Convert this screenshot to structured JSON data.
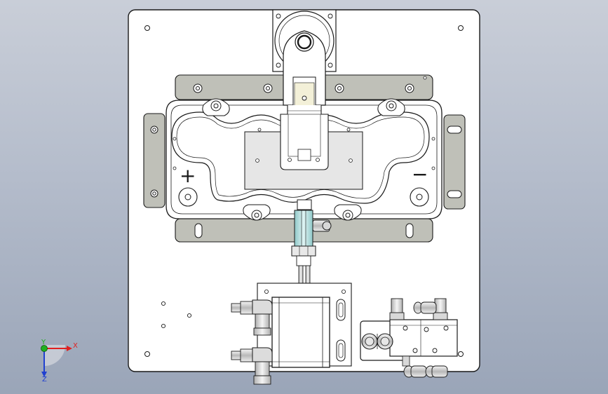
{
  "viewport": {
    "background_top": "#c9ced8",
    "background_bottom": "#9aa5b8"
  },
  "model": {
    "plate_color": "#ffffff",
    "line_color": "#1a1a1a",
    "bracket_color": "#bfc0b8",
    "window_color": "#e6e6e6",
    "tube_color": "#bfe3e3",
    "fitting_color": "#d8d8d8",
    "polarity": {
      "positive": "+",
      "negative": "−"
    }
  },
  "triad": {
    "x_label": "X",
    "y_label": "Y",
    "z_label": "Z",
    "x_color": "#e02020",
    "y_color": "#20b020",
    "z_color": "#2040d0"
  }
}
